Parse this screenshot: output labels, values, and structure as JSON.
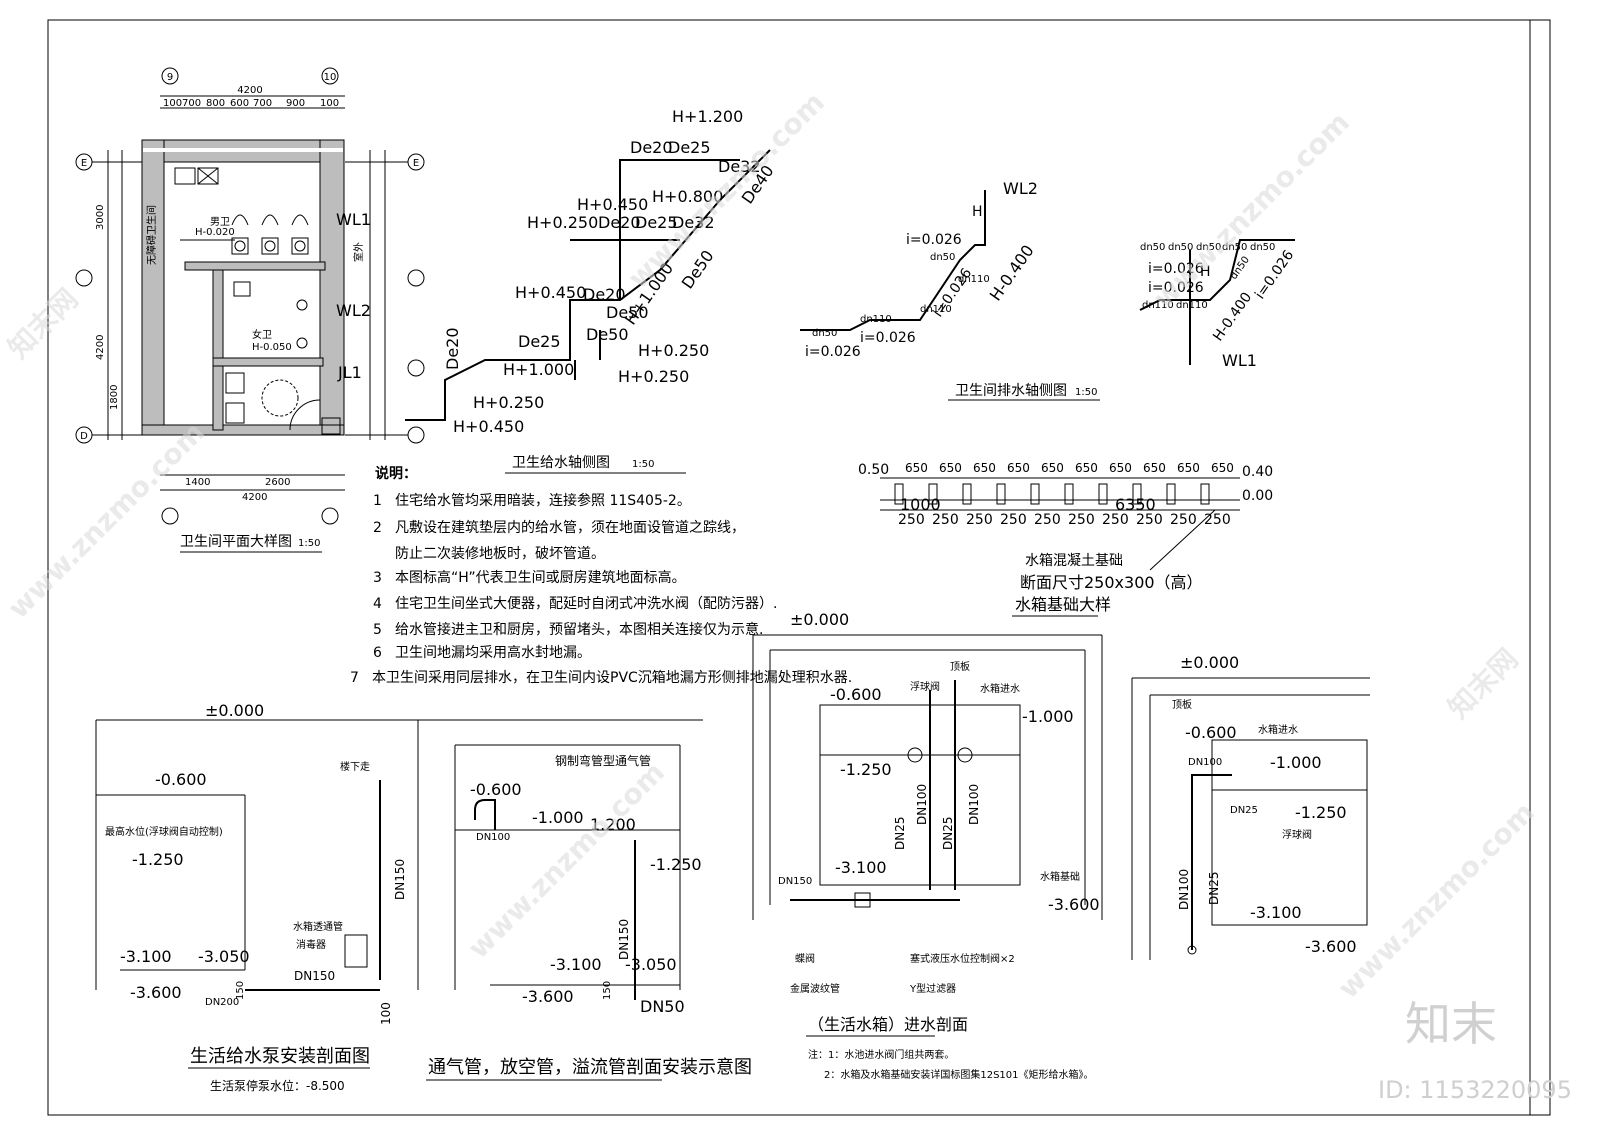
{
  "plan": {
    "title": "卫生间平面大样图",
    "scale": "1:50",
    "grid_top": [
      "9",
      "10"
    ],
    "grid_side": [
      "E",
      "E",
      "D"
    ],
    "dims_top": [
      "100",
      "700",
      "800",
      "600",
      "700",
      "900",
      "100"
    ],
    "total_dim": "4200",
    "dims_bottom": [
      "1400",
      "2600"
    ],
    "dims_left": [
      "3000",
      "4200",
      "1800"
    ],
    "pipe_labels": [
      "WL1",
      "WL2",
      "JL1"
    ],
    "room_labels": [
      "男卫",
      "女卫",
      "无障碍卫生间",
      "室外",
      "H-0.020",
      "H-0.050"
    ]
  },
  "water_axon": {
    "title": "卫生给水轴侧图",
    "scale": "1:50",
    "labels": [
      "H+1.200",
      "De20",
      "De25",
      "De32",
      "De40",
      "H+0.450",
      "H+0.800",
      "H+0.250",
      "De20",
      "De25",
      "De32",
      "De50",
      "H+0.450",
      "De20",
      "De50",
      "De50",
      "H+1.000",
      "De25",
      "De20",
      "H+1.000",
      "H+0.250",
      "H+0.250",
      "H+0.250",
      "H+0.450"
    ]
  },
  "drain_axon": {
    "title": "卫生间排水轴侧图",
    "scale": "1:50",
    "labels_left": [
      "WL2",
      "H",
      "i=0.026",
      "dn50",
      "dn110",
      "dn110",
      "dn110",
      "dn50",
      "i=0.026",
      "i=0.026",
      "H-0.400",
      "i=0.026"
    ],
    "labels_right": [
      "dn50",
      "dn50",
      "dn50",
      "dn50",
      "dn50",
      "i=0.026",
      "i=0.026",
      "dn110",
      "dn110",
      "dn50",
      "H",
      "H-0.400",
      "i=0.026",
      "WL1"
    ]
  },
  "notes": {
    "heading": "说明：",
    "items": [
      {
        "num": "1",
        "text": "住宅给水管均采用暗装，连接参照 11S405-2。"
      },
      {
        "num": "2",
        "text": "凡敷设在建筑垫层内的给水管，须在地面设管道之踪线，"
      },
      {
        "num": "",
        "text": "防止二次装修地板时，破坏管道。"
      },
      {
        "num": "3",
        "text": "本图标高“H”代表卫生间或厨房建筑地面标高。"
      },
      {
        "num": "4",
        "text": "住宅卫生间坐式大便器，配延时自闭式冲洗水阀（配防污器）."
      },
      {
        "num": "5",
        "text": "给水管接进主卫和厨房，预留堵头，本图相关连接仅为示意."
      },
      {
        "num": "6",
        "text": "卫生间地漏均采用高水封地漏。"
      },
      {
        "num": "7",
        "text": "本卫生间采用同层排水，在卫生间内设PVC沉箱地漏方形侧排地漏处理积水器."
      }
    ]
  },
  "foundation": {
    "top_dims": [
      "650",
      "650",
      "650",
      "650",
      "650",
      "650",
      "650",
      "650",
      "650",
      "650"
    ],
    "left_dim": "0.50",
    "right_dims": [
      "0.40",
      "0.00"
    ],
    "bottom_dims": [
      "250",
      "250",
      "250",
      "250",
      "250",
      "250",
      "250",
      "250",
      "250",
      "250"
    ],
    "inner_dims": [
      "1000",
      "6350"
    ],
    "label1": "水箱混凝土基础",
    "label2": "断面尺寸250x300（高）",
    "title": "水箱基础大样"
  },
  "pump_section": {
    "title": "生活给水泵安装剖面图",
    "subtitle": "生活泵停泵水位：-8.500",
    "labels": [
      "±0.000",
      "-0.600",
      "最高水位(浮球阀自动控制)",
      "-1.250",
      "-3.100",
      "-3.050",
      "-3.600",
      "DN200",
      "DN150",
      "DN150",
      "水箱透通管",
      "消毒器",
      "楼下走",
      "150",
      "100"
    ]
  },
  "vent_section": {
    "title": "通气管，放空管，溢流管剖面安装示意图",
    "labels": [
      "-0.600",
      "钢制弯管型通气管",
      "-1.000",
      "1.200",
      "DN100",
      "-1.250",
      "DN150",
      "-3.100",
      "-3.050",
      "-3.600",
      "DN50",
      "150"
    ]
  },
  "inlet_section": {
    "title": "（生活水箱）进水剖面",
    "labels": [
      "±0.000",
      "-0.600",
      "顶板",
      "浮球阀",
      "水箱进水",
      "-1.000",
      "-1.250",
      "DN25",
      "DN100",
      "DN25",
      "DN100",
      "DN150",
      "-3.100",
      "水箱基础",
      "-3.600",
      "蝶阀",
      "金属波纹管",
      "Y型过滤器",
      "塞式液压水位控制阀×2"
    ],
    "notes": [
      "注：1：水池进水阀门组共两套。",
      "2：水箱及水箱基础安装详国标图集12S101《矩形给水箱》。"
    ]
  },
  "right_section": {
    "labels": [
      "±0.000",
      "顶板",
      "-0.600",
      "水箱进水",
      "DN100",
      "-1.000",
      "DN25",
      "-1.250",
      "浮球阀",
      "DN100",
      "DN25",
      "-3.100",
      "-3.600"
    ]
  },
  "watermarks": {
    "site": "www.znzmo.com",
    "brand": "知末网",
    "logo": "知末",
    "id": "ID: 1153220095"
  },
  "colors": {
    "line": "#000000",
    "wall": "#bdbdbd",
    "watermark": "#d9d9d9"
  }
}
